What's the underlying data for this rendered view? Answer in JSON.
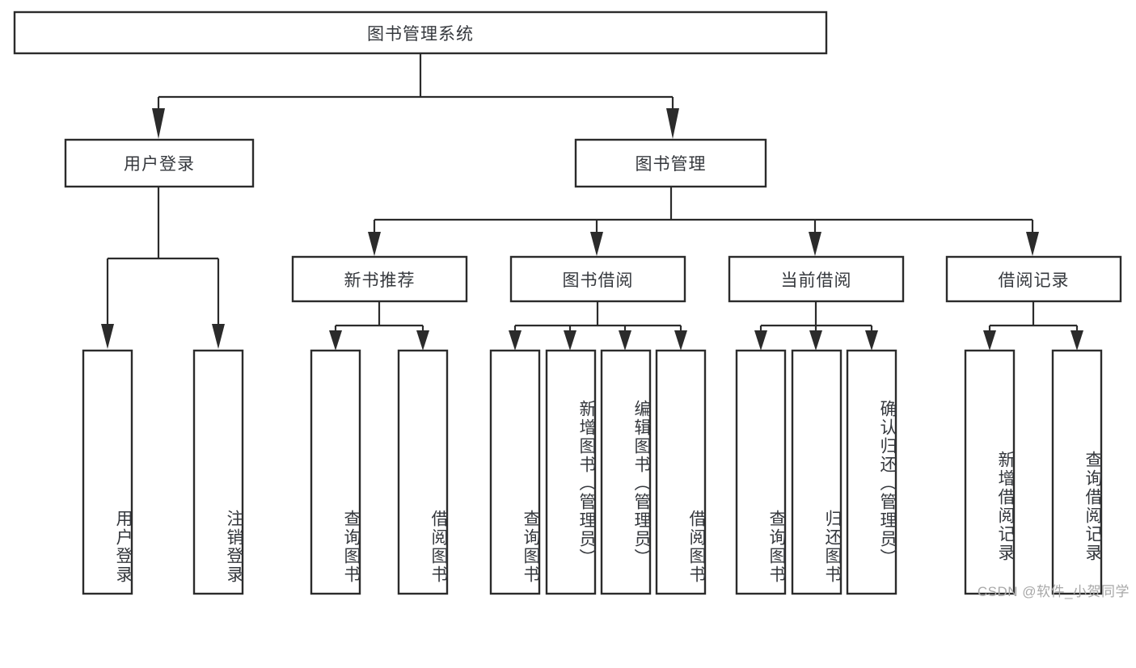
{
  "diagram": {
    "type": "tree-hierarchy",
    "title": "图书管理系统",
    "theme": {
      "background": "#ffffff",
      "box_stroke": "#2b2b2b",
      "box_fill": "#ffffff",
      "text_color": "#35383d",
      "connector_color": "#2b2b2b",
      "watermark_color": "#a8a8a8"
    },
    "root": {
      "label": "图书管理系统"
    },
    "level2": [
      {
        "label": "用户登录"
      },
      {
        "label": "图书管理"
      }
    ],
    "level3": [
      {
        "label": "新书推荐"
      },
      {
        "label": "图书借阅"
      },
      {
        "label": "当前借阅"
      },
      {
        "label": "借阅记录"
      }
    ],
    "leaves": {
      "user_login": [
        {
          "label": "用户登录"
        },
        {
          "label": "注销登录"
        }
      ],
      "new_book_recommend": [
        {
          "label": "查询图书"
        },
        {
          "label": "借阅图书"
        }
      ],
      "book_borrow": [
        {
          "label": "查询图书"
        },
        {
          "label": "新增图书（管理员）"
        },
        {
          "label": "编辑图书（管理员）"
        },
        {
          "label": "借阅图书"
        }
      ],
      "current_borrow": [
        {
          "label": "查询图书"
        },
        {
          "label": "归还图书"
        },
        {
          "label": "确认归还（管理员）"
        }
      ],
      "borrow_record": [
        {
          "label": "新增借阅记录"
        },
        {
          "label": "查询借阅记录"
        }
      ]
    }
  },
  "watermark": {
    "text": "CSDN @软件_小贺同学"
  }
}
